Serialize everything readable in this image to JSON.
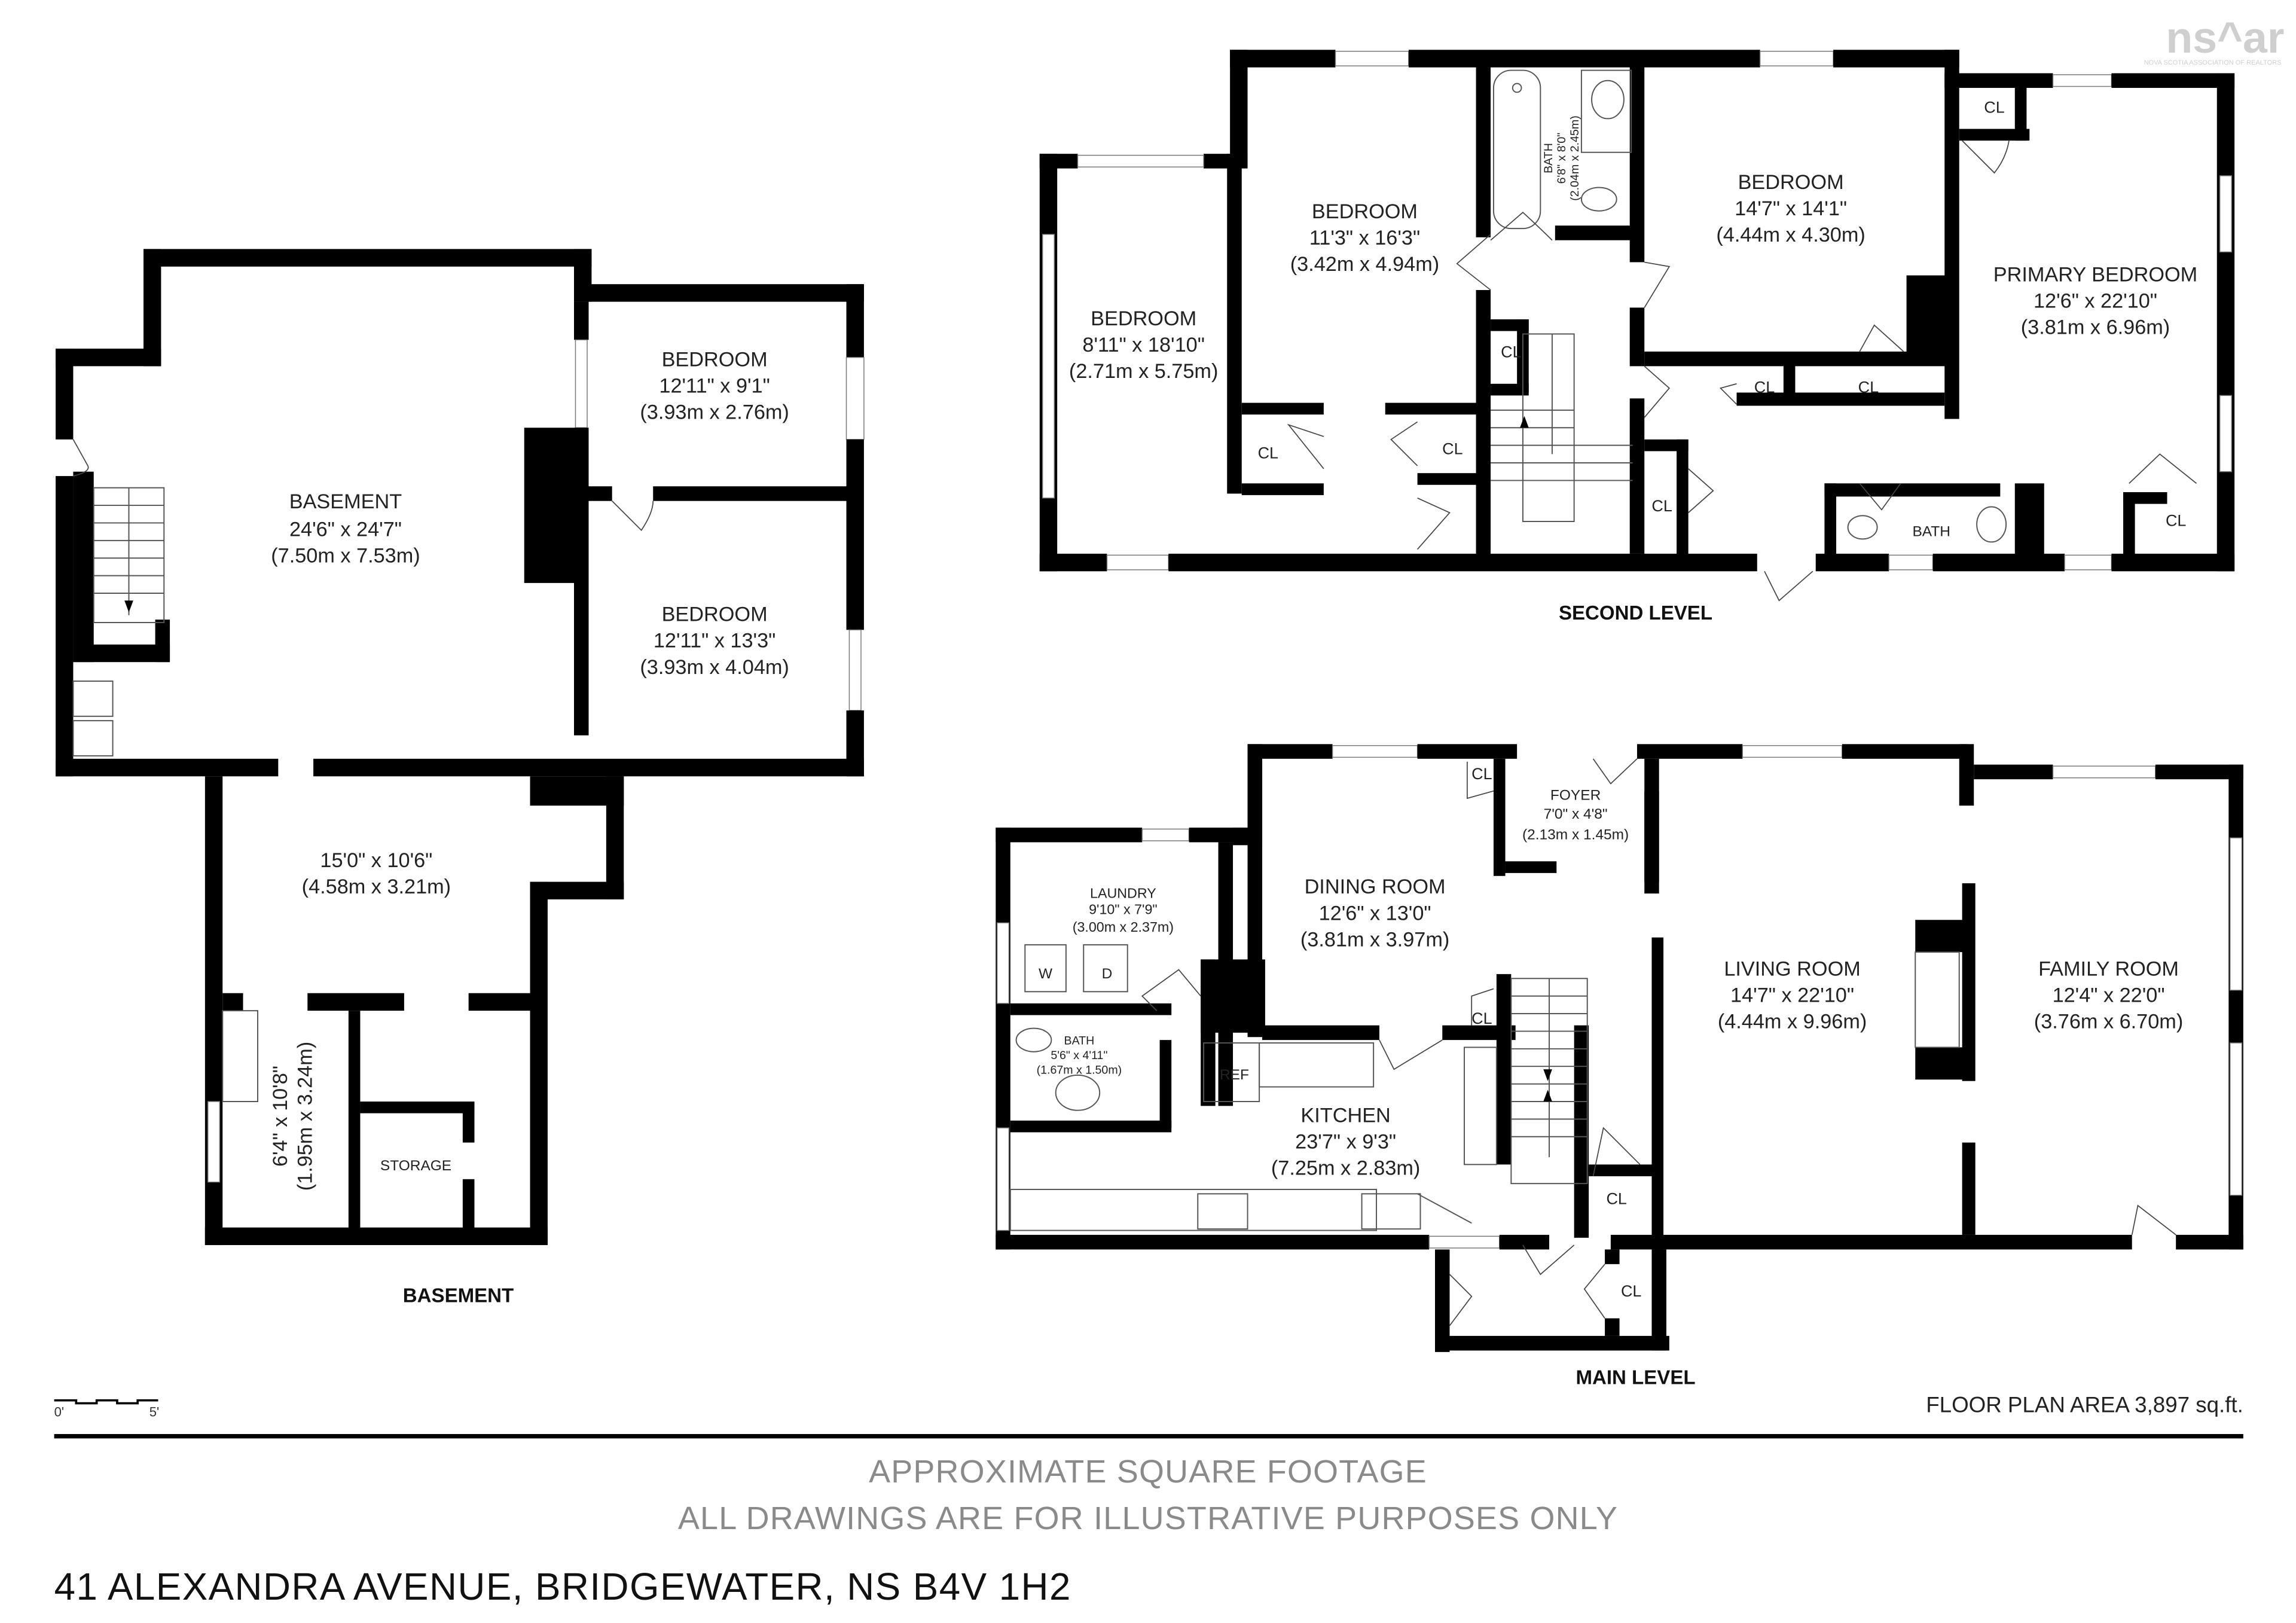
{
  "logo": {
    "text": "ns^ar",
    "subtext": "NOVA SCOTIA ASSOCIATION OF REALTORS",
    "color": "#cfcfcf"
  },
  "levels": {
    "basement": {
      "label": "BASEMENT",
      "rooms": [
        {
          "name": "BASEMENT",
          "dims_imperial": "24'6\" x 24'7\"",
          "dims_metric": "(7.50m x 7.53m)"
        },
        {
          "name": "BEDROOM",
          "dims_imperial": "12'11\" x 9'1\"",
          "dims_metric": "(3.93m x 2.76m)"
        },
        {
          "name": "BEDROOM",
          "dims_imperial": "12'11\" x 13'3\"",
          "dims_metric": "(3.93m x 4.04m)"
        },
        {
          "name": "",
          "dims_imperial": "15'0\" x 10'6\"",
          "dims_metric": "(4.58m x 3.21m)"
        },
        {
          "name": "",
          "dims_imperial": "6'4\" x 10'8\"",
          "dims_metric": "(1.95m x 3.24m)"
        },
        {
          "name": "STORAGE",
          "dims_imperial": "",
          "dims_metric": ""
        }
      ]
    },
    "second": {
      "label": "SECOND LEVEL",
      "rooms": [
        {
          "name": "BEDROOM",
          "dims_imperial": "8'11\" x 18'10\"",
          "dims_metric": "(2.71m x 5.75m)"
        },
        {
          "name": "BEDROOM",
          "dims_imperial": "11'3\" x 16'3\"",
          "dims_metric": "(3.42m x 4.94m)"
        },
        {
          "name": "BATH",
          "dims_imperial": "6'8\" x 8'0\"",
          "dims_metric": "(2.04m x 2.45m)"
        },
        {
          "name": "BEDROOM",
          "dims_imperial": "14'7\" x 14'1\"",
          "dims_metric": "(4.44m x 4.30m)"
        },
        {
          "name": "PRIMARY BEDROOM",
          "dims_imperial": "12'6\" x 22'10\"",
          "dims_metric": "(3.81m x 6.96m)"
        },
        {
          "name": "BATH",
          "dims_imperial": "",
          "dims_metric": ""
        }
      ],
      "closet_label": "CL"
    },
    "main": {
      "label": "MAIN LEVEL",
      "rooms": [
        {
          "name": "LAUNDRY",
          "dims_imperial": "9'10\" x 7'9\"",
          "dims_metric": "(3.00m x 2.37m)"
        },
        {
          "name": "BATH",
          "dims_imperial": "5'6\" x 4'11\"",
          "dims_metric": "(1.67m x 1.50m)"
        },
        {
          "name": "DINING ROOM",
          "dims_imperial": "12'6\" x 13'0\"",
          "dims_metric": "(3.81m x 3.97m)"
        },
        {
          "name": "FOYER",
          "dims_imperial": "7'0\" x 4'8\"",
          "dims_metric": "(2.13m x 1.45m)"
        },
        {
          "name": "KITCHEN",
          "dims_imperial": "23'7\" x 9'3\"",
          "dims_metric": "(7.25m x 2.83m)"
        },
        {
          "name": "LIVING ROOM",
          "dims_imperial": "14'7\" x 22'10\"",
          "dims_metric": "(4.44m x 9.96m)"
        },
        {
          "name": "FAMILY ROOM",
          "dims_imperial": "12'4\" x 22'0\"",
          "dims_metric": "(3.76m x 6.70m)"
        }
      ],
      "appliances": {
        "washer": "W",
        "dryer": "D",
        "fridge": "REF"
      },
      "closet_label": "CL"
    }
  },
  "scale_bar": {
    "start": "0'",
    "end": "5'"
  },
  "floor_plan_area": "FLOOR PLAN AREA 3,897 sq.ft.",
  "disclaimer": {
    "line1": "APPROXIMATE SQUARE FOOTAGE",
    "line2": "ALL DRAWINGS ARE FOR ILLUSTRATIVE PURPOSES ONLY"
  },
  "address": "41 ALEXANDRA AVENUE, BRIDGEWATER, NS B4V 1H2"
}
